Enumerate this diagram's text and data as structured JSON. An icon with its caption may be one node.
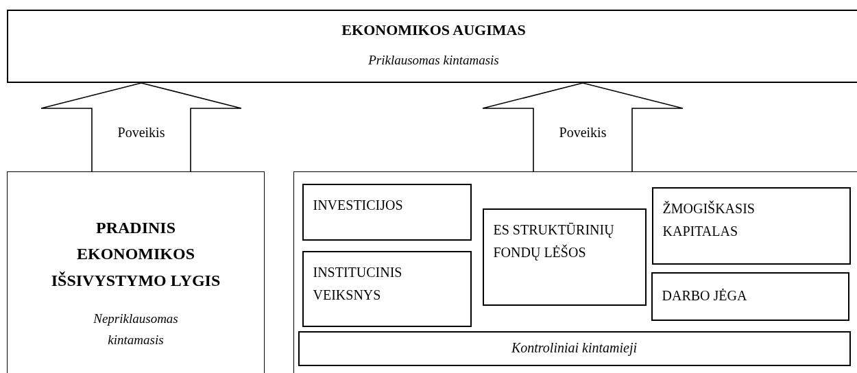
{
  "diagram": {
    "nodes": [
      {
        "text": [
          "EKONOMIKOS AUGIMAS",
          "Priklausomas kintamasis"
        ]
      },
      {
        "text": [
          "PRADINIS EKONOMIKOS IŠSIVYSTYMO LYGIS",
          "Nepriklausomas kintamasis"
        ]
      },
      {
        "text": [],
        "shape": "box"
      },
      {
        "text": [
          "INVESTICIJOS"
        ],
        "in": 2
      },
      {
        "text": [
          "INSTITUCINIS VEIKSNYS"
        ],
        "in": 2
      },
      {
        "text": [
          "ES STRUKTŪRINIŲ FONDŲ LĖŠOS"
        ],
        "in": 2
      },
      {
        "text": [
          "ŽMOGIŠKASIS KAPITALAS"
        ],
        "in": 2
      },
      {
        "text": [
          "DARBO JĖGA"
        ],
        "in": 2
      },
      {
        "text": [
          "Kontroliniai kintamieji"
        ],
        "in": 2
      }
    ],
    "edges": [
      {
        "from": 1,
        "to": 0,
        "arrow": "to",
        "label": "Poveikis"
      },
      {
        "from": 2,
        "to": 0,
        "arrow": "to",
        "label": "Poveikis"
      }
    ]
  }
}
